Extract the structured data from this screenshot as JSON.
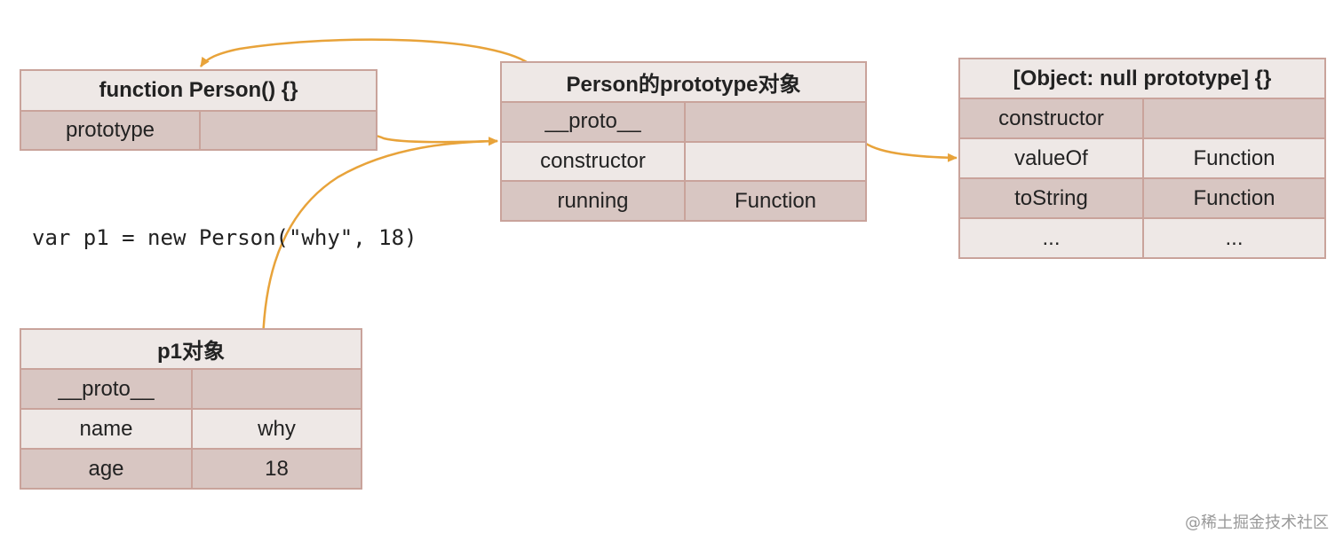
{
  "boxes": {
    "person_fn": {
      "title": "function Person() {}",
      "rows": [
        [
          "prototype",
          ""
        ]
      ]
    },
    "proto_obj": {
      "title": "Person的prototype对象",
      "rows": [
        [
          "__proto__",
          ""
        ],
        [
          "constructor",
          ""
        ],
        [
          "running",
          "Function"
        ]
      ]
    },
    "null_proto": {
      "title": "[Object: null prototype] {}",
      "rows": [
        [
          "constructor",
          ""
        ],
        [
          "valueOf",
          "Function"
        ],
        [
          "toString",
          "Function"
        ],
        [
          "...",
          "..."
        ]
      ]
    },
    "p1": {
      "title": "p1对象",
      "rows": [
        [
          "__proto__",
          ""
        ],
        [
          "name",
          "why"
        ],
        [
          "age",
          "18"
        ]
      ]
    }
  },
  "code_line": "var p1 = new Person(\"why\", 18)",
  "watermark": "@稀土掘金技术社区",
  "colors": {
    "arrow": "#e8a33a",
    "border": "#c9a39b",
    "cell_dark": "#d8c6c2",
    "cell_light": "#eee8e6"
  }
}
